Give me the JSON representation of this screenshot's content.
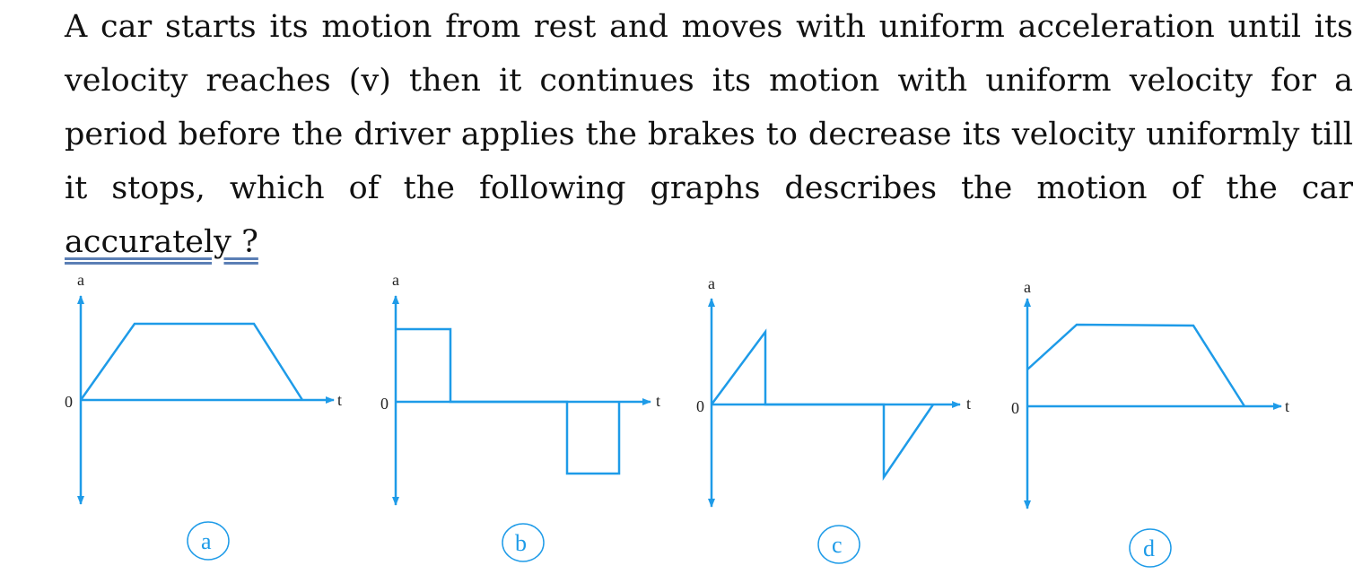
{
  "question": {
    "text": "A car starts its motion from rest and moves with uniform acceleration until its velocity reaches (v) then it continues its motion with uniform velocity for a period before the driver applies the brakes to decrease its velocity uniformly till it stops, which of the following graphs describes the motion of the car ",
    "underlined": "accurately ?"
  },
  "colors": {
    "graph": "#1e9be8"
  },
  "graphs": [
    {
      "option": "a",
      "y_label": "a",
      "x_label": "t",
      "origin": "0"
    },
    {
      "option": "b",
      "y_label": "a",
      "x_label": "t",
      "origin": "0"
    },
    {
      "option": "c",
      "y_label": "a",
      "x_label": "t",
      "origin": "0"
    },
    {
      "option": "d",
      "y_label": "a",
      "x_label": "t",
      "origin": "0"
    }
  ]
}
